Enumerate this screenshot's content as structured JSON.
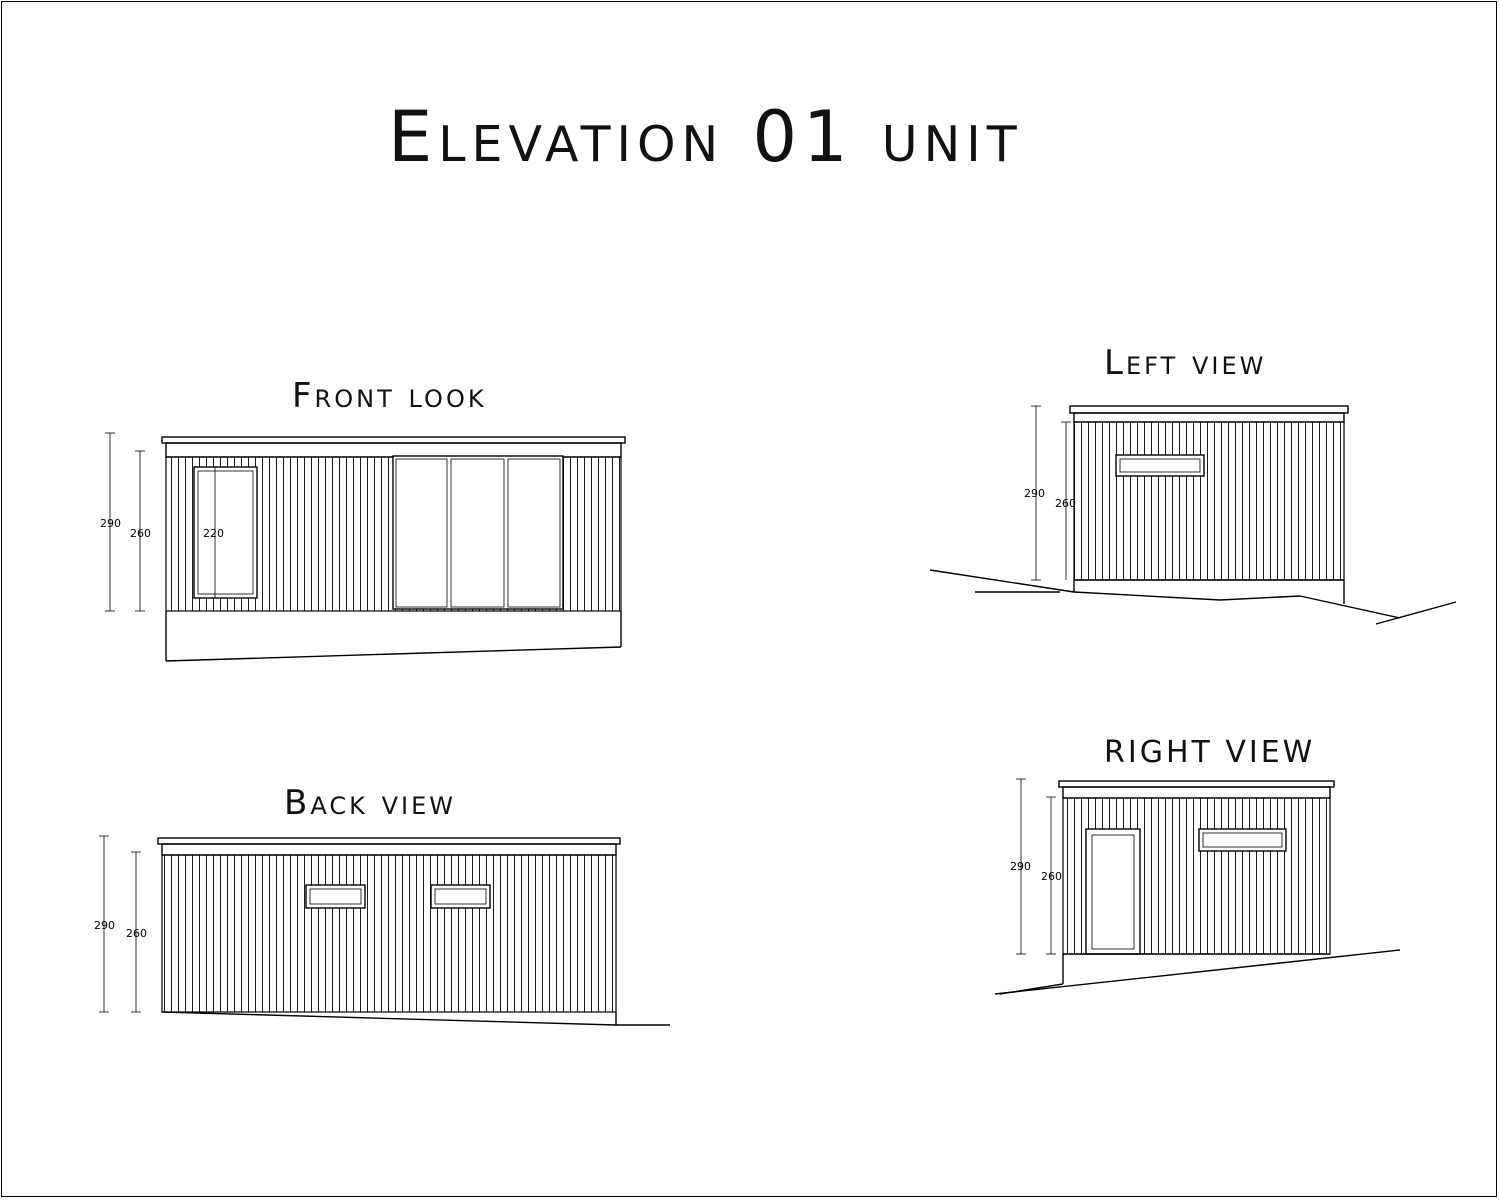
{
  "title": "Elevation 01 unit",
  "views": {
    "front": {
      "label": "Front look",
      "dims": {
        "overall": "290",
        "wall": "260",
        "window": "220"
      }
    },
    "left": {
      "label": "Left view",
      "dims": {
        "overall": "290",
        "wall": "260"
      }
    },
    "back": {
      "label": "Back view",
      "dims": {
        "overall": "290",
        "wall": "260"
      }
    },
    "right": {
      "label": "RIGHT VIEW",
      "dims": {
        "overall": "290",
        "wall": "260"
      }
    }
  }
}
